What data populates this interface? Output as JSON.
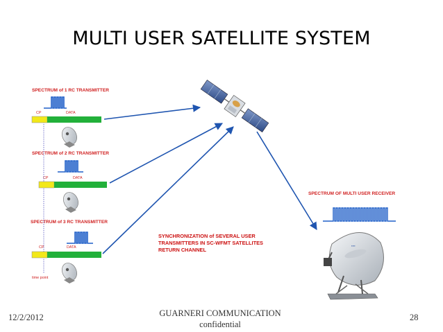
{
  "title": "MULTI USER SATELLITE SYSTEM",
  "transmitters": [
    {
      "spectrum_label": "SPECTRUM of 1 RC TRANSMITTER",
      "cp_label": "CP",
      "data_label": "DATA"
    },
    {
      "spectrum_label": "SPECTRUM of 2 RC TRANSMITTER",
      "cp_label": "CP",
      "data_label": "DATA"
    },
    {
      "spectrum_label": "SPECTRUM of 3 RC TRANSMITTER",
      "cp_label": "CP",
      "data_label": "DATA"
    }
  ],
  "time_point": "time point",
  "receiver_label": "SPECTRUM OF MULTI USER RECEIVER",
  "sync_lines": [
    "SYNCHRONIZATION of SEVERAL USER",
    "TRANSMITTERS IN  SC-WFMT  SATELLITES",
    "RETURN CHANNEL"
  ],
  "footer": {
    "date": "12/2/2012",
    "center_line1": "GUARNERI COMMUNICATION",
    "center_line2": "confidential",
    "page": "28"
  },
  "colors": {
    "red_text": "#d02020",
    "spectrum_blue": "#1f5fc8",
    "arrow_blue": "#1f55b0",
    "cp_yellow": "#f2e81a",
    "data_green": "#22b03a"
  }
}
